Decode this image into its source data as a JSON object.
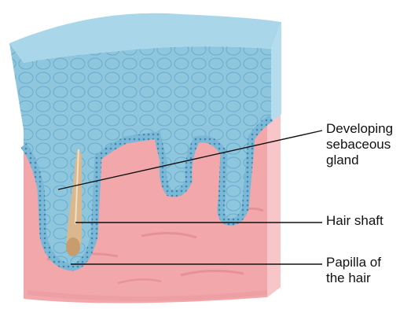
{
  "labels": {
    "sebaceous": "Developing\nsebaceous\ngland",
    "shaft": "Hair shaft",
    "papilla": "Papilla of\nthe hair"
  },
  "colors": {
    "epidermis": "#8ec6dd",
    "epidermis_dark": "#5fa5c7",
    "dermis": "#f2a7ab",
    "dermis_light": "#f8c6c8",
    "dermis_dark": "#dc8089",
    "hair": "#d9b88f",
    "leader": "#111111"
  },
  "icons": [
    "skin-tissue-block",
    "hair-follicle"
  ]
}
